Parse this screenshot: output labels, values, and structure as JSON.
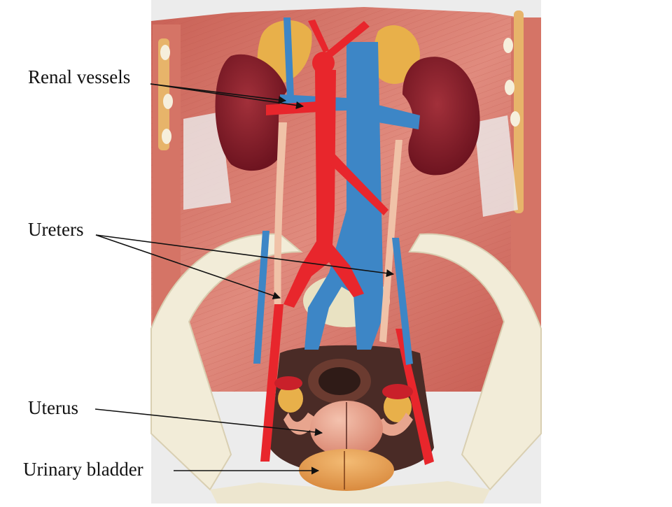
{
  "labels": {
    "renal_vessels": "Renal vessels",
    "ureters": "Ureters",
    "uterus": "Uterus",
    "urinary_bladder": "Urinary bladder"
  },
  "colors": {
    "background": "#ffffff",
    "artery": "#e8262c",
    "vein": "#3d86c6",
    "muscle": "#d9736a",
    "kidney": "#8b1e28",
    "fat": "#e8b04a",
    "bone_pelvis": "#f2ecd8",
    "uterus": "#e8a58e",
    "bladder": "#e9a35a",
    "ureter": "#f0c2a8",
    "label_text": "#111111",
    "leader_line": "#111111"
  }
}
